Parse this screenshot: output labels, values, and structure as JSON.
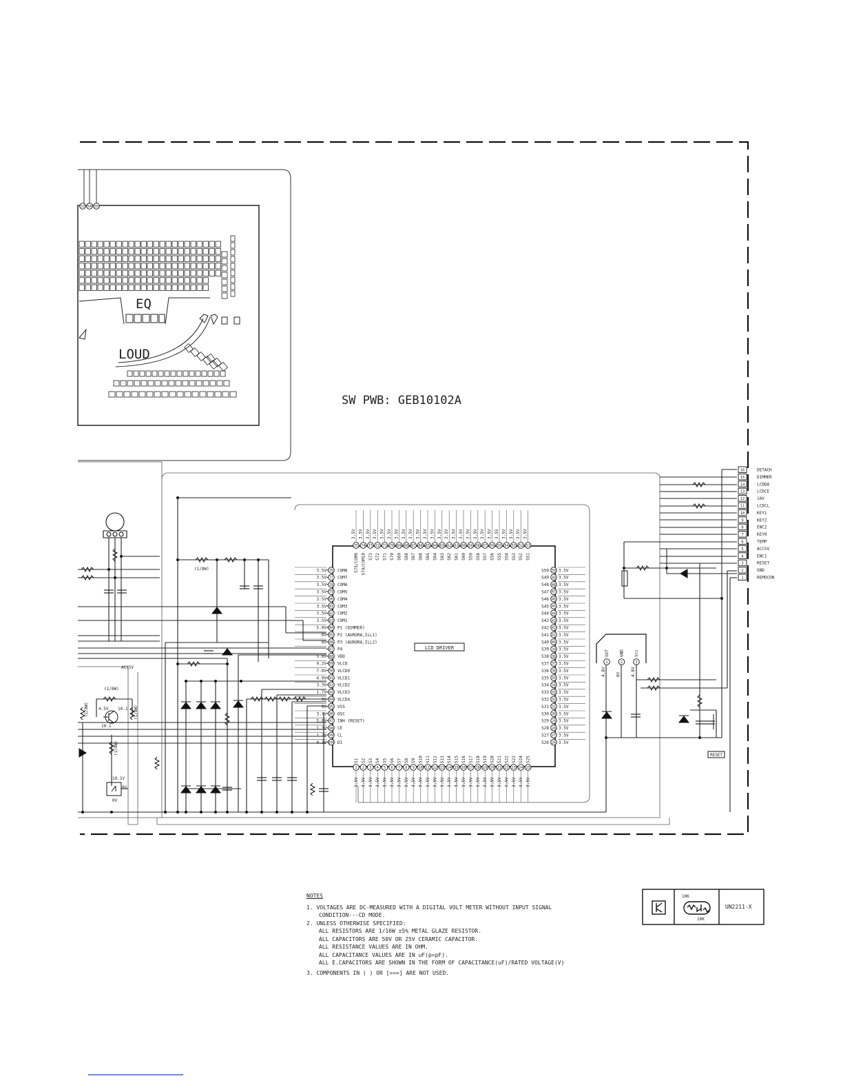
{
  "board_title": "SW PWB: GEB10102A",
  "display": {
    "eq_label": "EQ",
    "loud_label": "LOUD",
    "top_pins": [
      "53",
      "54",
      "55"
    ]
  },
  "ic": {
    "name": "LCD DRIVER",
    "left_pins": [
      {
        "num": "76",
        "sig": "COM8",
        "v": "3.5V"
      },
      {
        "num": "77",
        "sig": "COM7",
        "v": "3.5V"
      },
      {
        "num": "78",
        "sig": "COM6",
        "v": "3.5V"
      },
      {
        "num": "79",
        "sig": "COM5",
        "v": "3.5V"
      },
      {
        "num": "80",
        "sig": "COM4",
        "v": "3.5V"
      },
      {
        "num": "81",
        "sig": "COM3",
        "v": "3.5V"
      },
      {
        "num": "82",
        "sig": "COM2",
        "v": "3.5V"
      },
      {
        "num": "83",
        "sig": "COM1",
        "v": "3.5V"
      },
      {
        "num": "84",
        "sig": "P1 (DIMMER)",
        "v": "5.0V"
      },
      {
        "num": "85",
        "sig": "P2 (AURORA,ILL1)",
        "v": "0V"
      },
      {
        "num": "86",
        "sig": "P3 (AURORA,ILL2)",
        "v": "0V"
      },
      {
        "num": "87",
        "sig": "P4",
        "v": ""
      },
      {
        "num": "88",
        "sig": "VDD",
        "v": "5.0V"
      },
      {
        "num": "89",
        "sig": "VLCD",
        "v": "9.2V"
      },
      {
        "num": "90",
        "sig": "VLCD0",
        "v": "7.0V"
      },
      {
        "num": "91",
        "sig": "VLCD1",
        "v": "4.9V"
      },
      {
        "num": "92",
        "sig": "VLCD2",
        "v": "3.3V"
      },
      {
        "num": "93",
        "sig": "VLCD3",
        "v": "1.7V"
      },
      {
        "num": "94",
        "sig": "VLCD4",
        "v": "0V"
      },
      {
        "num": "95",
        "sig": "VSS",
        "v": "0V"
      },
      {
        "num": "96",
        "sig": "OSC",
        "v": "3.7V"
      },
      {
        "num": "97",
        "sig": "INH (RESET)",
        "v": "5.0V"
      },
      {
        "num": "98",
        "sig": "CE",
        "v": "1.3V"
      },
      {
        "num": "99",
        "sig": "CL",
        "v": "1.2V"
      },
      {
        "num": "100",
        "sig": "DI",
        "v": "0.3V"
      }
    ],
    "right_pins": [
      {
        "num": "50",
        "sig": "S50",
        "v": "3.5V"
      },
      {
        "num": "49",
        "sig": "S49",
        "v": "3.5V"
      },
      {
        "num": "48",
        "sig": "S48",
        "v": "3.5V"
      },
      {
        "num": "47",
        "sig": "S47",
        "v": "3.5V"
      },
      {
        "num": "46",
        "sig": "S46",
        "v": "3.5V"
      },
      {
        "num": "45",
        "sig": "S45",
        "v": "3.5V"
      },
      {
        "num": "44",
        "sig": "S44",
        "v": "3.5V"
      },
      {
        "num": "43",
        "sig": "S43",
        "v": "3.5V"
      },
      {
        "num": "42",
        "sig": "S42",
        "v": "3.5V"
      },
      {
        "num": "41",
        "sig": "S41",
        "v": "3.5V"
      },
      {
        "num": "40",
        "sig": "S40",
        "v": "3.5V"
      },
      {
        "num": "39",
        "sig": "S39",
        "v": "3.5V"
      },
      {
        "num": "38",
        "sig": "S38",
        "v": "3.5V"
      },
      {
        "num": "37",
        "sig": "S37",
        "v": "3.5V"
      },
      {
        "num": "36",
        "sig": "S36",
        "v": "3.5V"
      },
      {
        "num": "35",
        "sig": "S35",
        "v": "3.5V"
      },
      {
        "num": "34",
        "sig": "S34",
        "v": "3.5V"
      },
      {
        "num": "33",
        "sig": "S33",
        "v": "3.5V"
      },
      {
        "num": "32",
        "sig": "S32",
        "v": "3.5V"
      },
      {
        "num": "31",
        "sig": "S31",
        "v": "3.5V"
      },
      {
        "num": "30",
        "sig": "S30",
        "v": "3.5V"
      },
      {
        "num": "29",
        "sig": "S29",
        "v": "3.5V"
      },
      {
        "num": "28",
        "sig": "S28",
        "v": "3.5V"
      },
      {
        "num": "27",
        "sig": "S27",
        "v": "3.5V"
      },
      {
        "num": "26",
        "sig": "S26",
        "v": "3.5V"
      }
    ],
    "top_pins": [
      {
        "num": "75",
        "sig": "S75/COM9"
      },
      {
        "num": "74",
        "sig": "S74/COM10"
      },
      {
        "num": "73",
        "sig": "S73"
      },
      {
        "num": "72",
        "sig": "S72"
      },
      {
        "num": "71",
        "sig": "S71"
      },
      {
        "num": "70",
        "sig": "S70"
      },
      {
        "num": "69",
        "sig": "S69"
      },
      {
        "num": "68",
        "sig": "S68"
      },
      {
        "num": "67",
        "sig": "S67"
      },
      {
        "num": "66",
        "sig": "S66"
      },
      {
        "num": "65",
        "sig": "S65"
      },
      {
        "num": "64",
        "sig": "S64"
      },
      {
        "num": "63",
        "sig": "S63"
      },
      {
        "num": "62",
        "sig": "S62"
      },
      {
        "num": "61",
        "sig": "S61"
      },
      {
        "num": "60",
        "sig": "S60"
      },
      {
        "num": "59",
        "sig": "S59"
      },
      {
        "num": "58",
        "sig": "S58"
      },
      {
        "num": "57",
        "sig": "S57"
      },
      {
        "num": "56",
        "sig": "S56"
      },
      {
        "num": "55",
        "sig": "S55"
      },
      {
        "num": "54",
        "sig": "S54"
      },
      {
        "num": "53",
        "sig": "S53"
      },
      {
        "num": "52",
        "sig": "S52"
      },
      {
        "num": "51",
        "sig": "S51"
      }
    ],
    "bottom_pins": [
      {
        "num": "1",
        "sig": "S1"
      },
      {
        "num": "2",
        "sig": "S2"
      },
      {
        "num": "3",
        "sig": "S3"
      },
      {
        "num": "4",
        "sig": "S4"
      },
      {
        "num": "5",
        "sig": "S5"
      },
      {
        "num": "6",
        "sig": "S6"
      },
      {
        "num": "7",
        "sig": "S7"
      },
      {
        "num": "8",
        "sig": "S8"
      },
      {
        "num": "9",
        "sig": "S9"
      },
      {
        "num": "10",
        "sig": "S10"
      },
      {
        "num": "11",
        "sig": "S11"
      },
      {
        "num": "12",
        "sig": "S12"
      },
      {
        "num": "13",
        "sig": "S13"
      },
      {
        "num": "14",
        "sig": "S14"
      },
      {
        "num": "15",
        "sig": "S15"
      },
      {
        "num": "16",
        "sig": "S16"
      },
      {
        "num": "17",
        "sig": "S17"
      },
      {
        "num": "18",
        "sig": "S18"
      },
      {
        "num": "19",
        "sig": "S19"
      },
      {
        "num": "20",
        "sig": "S20"
      },
      {
        "num": "21",
        "sig": "S21"
      },
      {
        "num": "22",
        "sig": "S22"
      },
      {
        "num": "23",
        "sig": "S23"
      },
      {
        "num": "24",
        "sig": "S24"
      },
      {
        "num": "25",
        "sig": "S25"
      }
    ],
    "edge_voltage": "3.5V"
  },
  "connector": [
    {
      "num": "16",
      "sig": "DETACH"
    },
    {
      "num": "15",
      "sig": "DIMMER"
    },
    {
      "num": "14",
      "sig": "LCDDA"
    },
    {
      "num": "13",
      "sig": "LCDCE"
    },
    {
      "num": "12",
      "sig": "10V"
    },
    {
      "num": "11",
      "sig": "LCDCL"
    },
    {
      "num": "10",
      "sig": "KEY1"
    },
    {
      "num": "9",
      "sig": "KEY2"
    },
    {
      "num": "8",
      "sig": "ENC2"
    },
    {
      "num": "7",
      "sig": "KEY0"
    },
    {
      "num": "6",
      "sig": "TEMP"
    },
    {
      "num": "5",
      "sig": "ACC5V"
    },
    {
      "num": "4",
      "sig": "ENC1"
    },
    {
      "num": "3",
      "sig": "RESET"
    },
    {
      "num": "2",
      "sig": "GND"
    },
    {
      "num": "1",
      "sig": "REMOCON"
    }
  ],
  "remote_sensor": {
    "pins": [
      {
        "num": "1",
        "sig": "OUT",
        "v": "4.8V"
      },
      {
        "num": "2",
        "sig": "GND",
        "v": "0V"
      },
      {
        "num": "3",
        "sig": "Vcc",
        "v": "4.8V"
      }
    ]
  },
  "labels": {
    "reset_button": "RESET",
    "acc5v": "ACC5V",
    "res_1_8w_a": "(1/8W)",
    "res_1_8w_b": "(1/8W)",
    "res_1_8w_c": "(1/8W)",
    "res_1_8w_d": "(1/8W)",
    "res_1_8w_e": "(1/8W)",
    "v_4_5": "4.5V",
    "v_10_1a": "10.1",
    "v_10_1b": "10.1",
    "v_10_1c": "10.1V",
    "v_0a": "0V",
    "v_0b": "0V"
  },
  "transistor_box": {
    "r_top": "10K",
    "r_bottom": "10K",
    "part": "UN2211-X"
  },
  "notes": {
    "header": "NOTES",
    "n1a": "1. VOLTAGES ARE DC-MEASURED WITH A DIGITAL VOLT METER WITHOUT INPUT SIGNAL",
    "n1b": "CONDITION---CD MODE.",
    "n2": "2. UNLESS OTHERWISE SPECIFIED:",
    "n2a": "ALL RESISTORS ARE 1/16W ±5% METAL GLAZE RESISTOR.",
    "n2b": "ALL CAPACITORS ARE 50V OR 25V CERAMIC CAPACITOR.",
    "n2c": "ALL RESISTANCE VALUES ARE IN OHM.",
    "n2d": "ALL CAPACITANCE VALUES ARE IN uF(p=pF).",
    "n2e": "ALL E.CAPACITORS ARE SHOWN IN THE FORM OF CAPACITANCE(uF)/RATED VOLTAGE(V)",
    "n3": "3. COMPONENTS IN ( ) OR [===] ARE NOT USED."
  },
  "colors": {
    "ink": "#111111",
    "paper": "#ffffff",
    "footer_line": "#1a3fd0"
  }
}
